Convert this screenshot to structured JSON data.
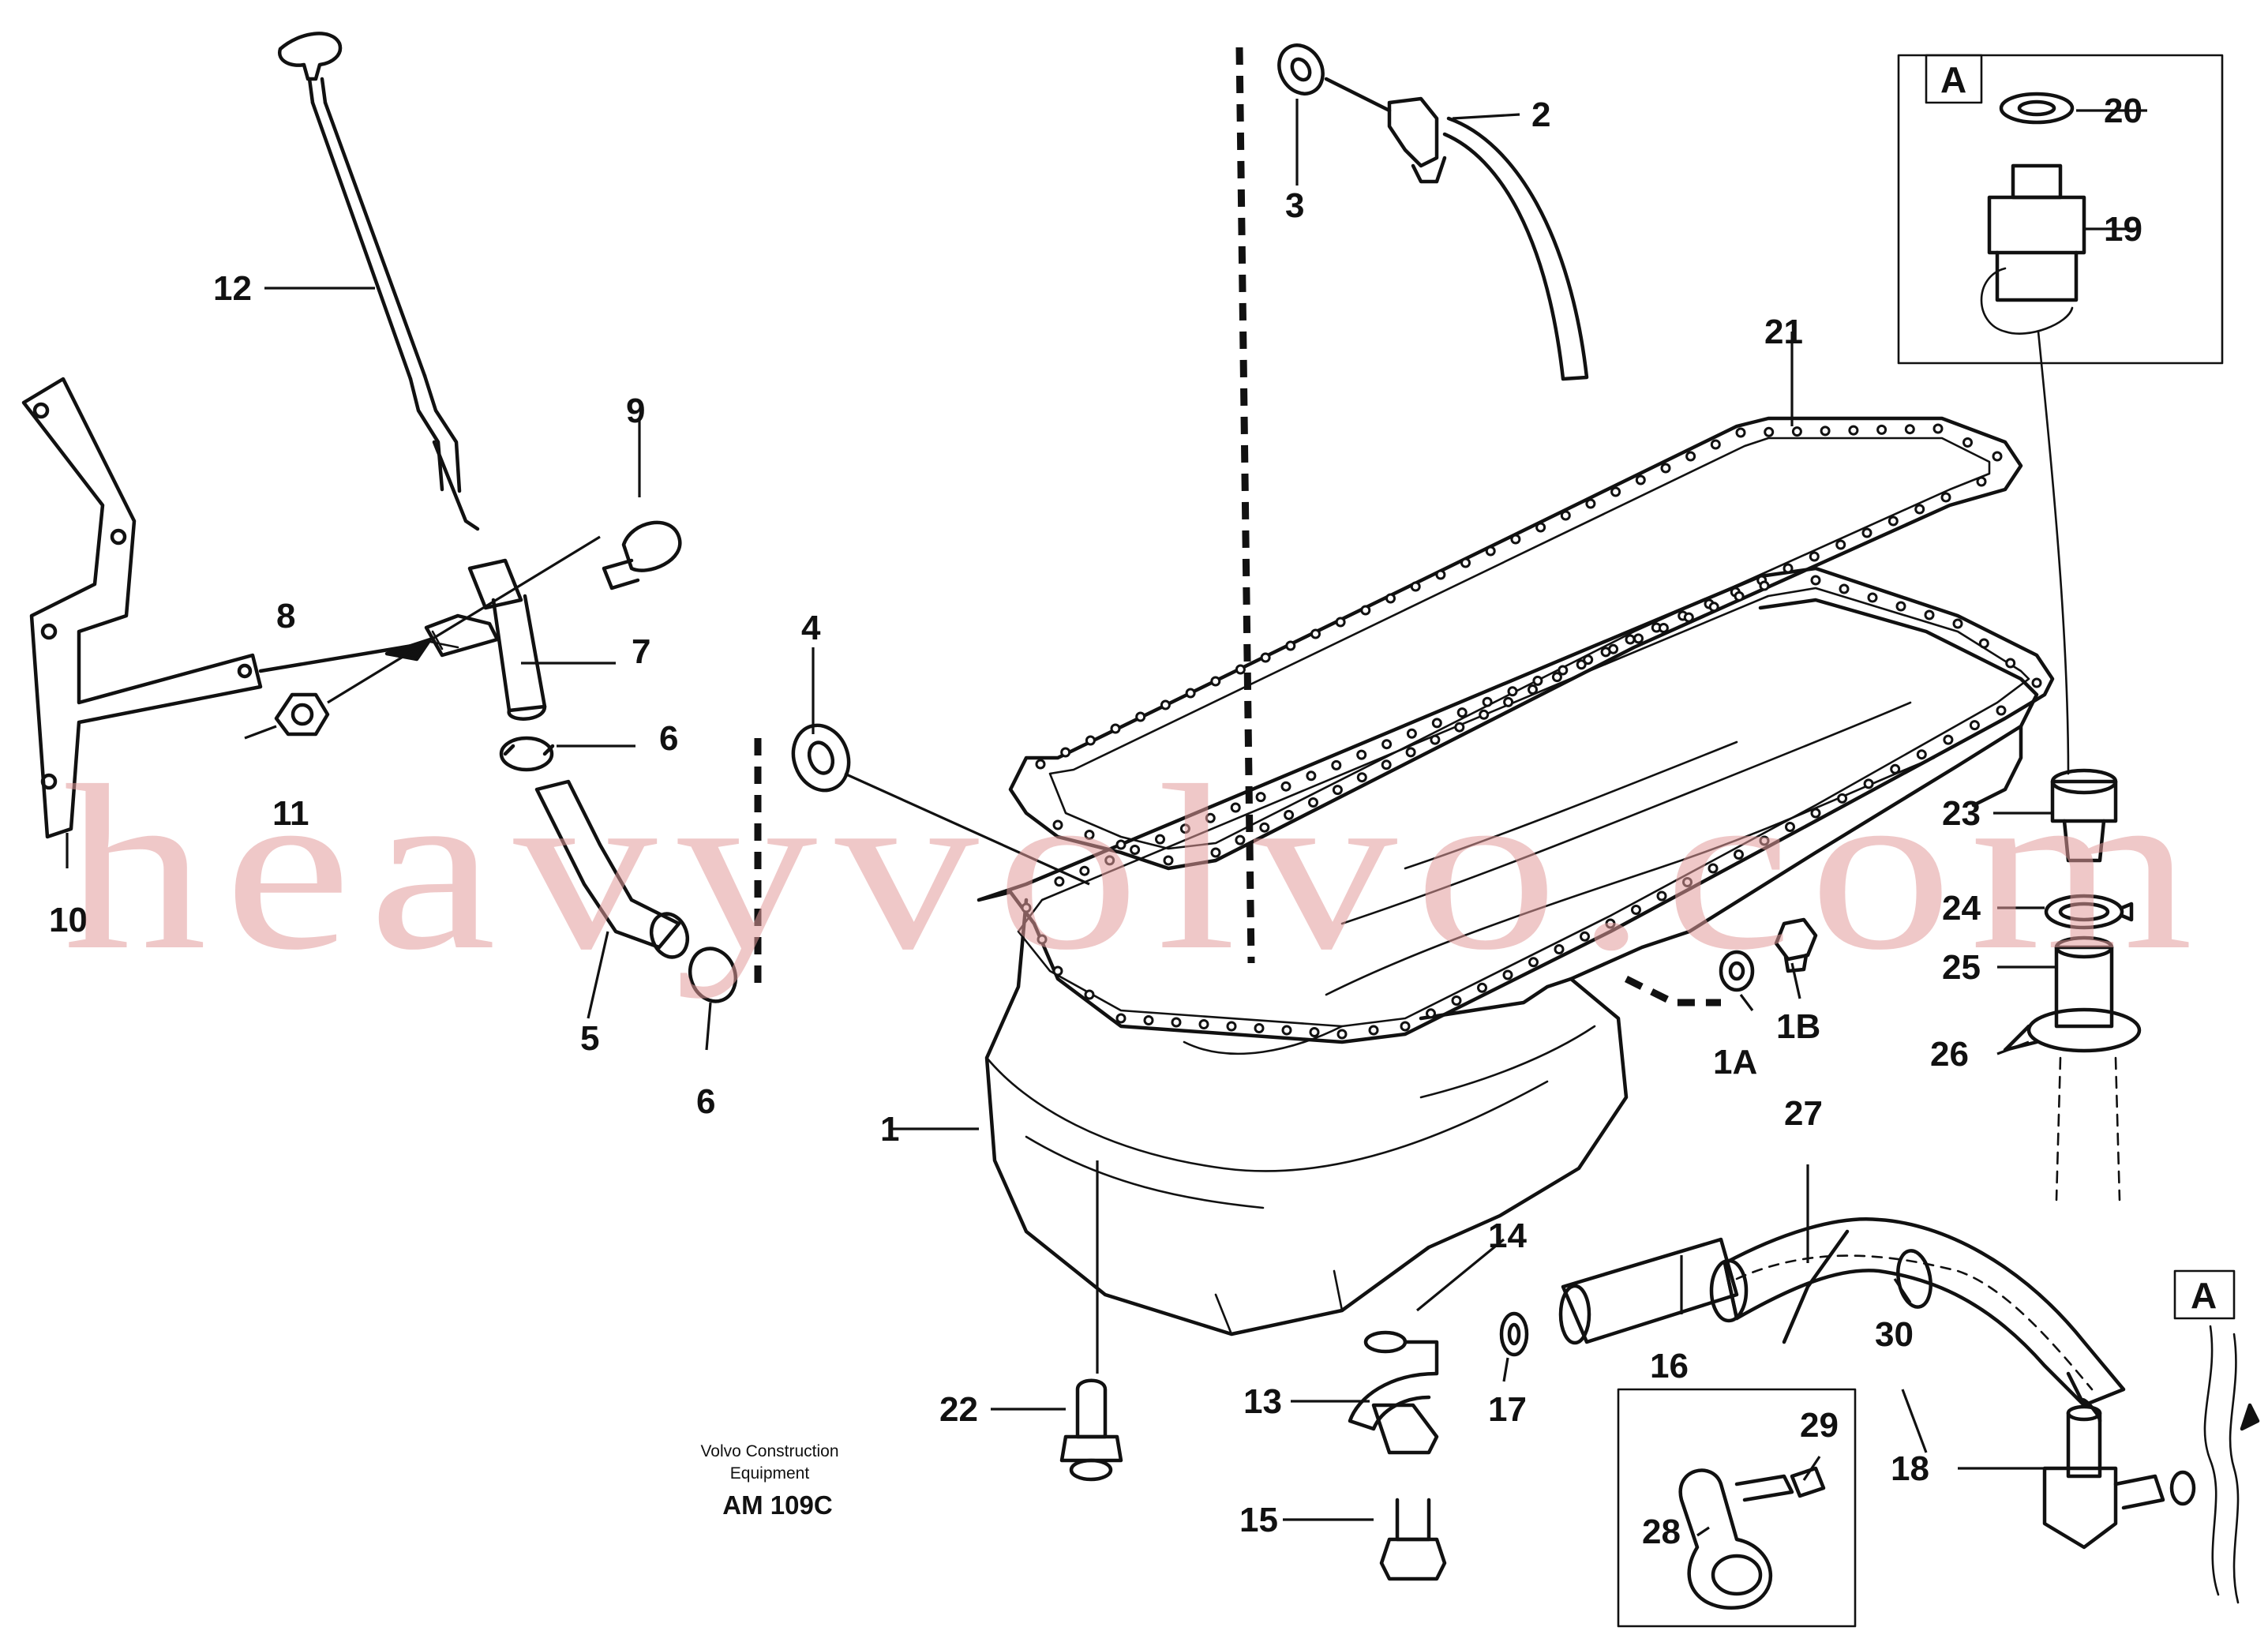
{
  "callouts": {
    "c1": "1",
    "c1A": "1A",
    "c1B": "1B",
    "c2": "2",
    "c3": "3",
    "c4": "4",
    "c5": "5",
    "c6a": "6",
    "c6b": "6",
    "c7": "7",
    "c8": "8",
    "c9": "9",
    "c10": "10",
    "c11": "11",
    "c12": "12",
    "c13": "13",
    "c14": "14",
    "c15": "15",
    "c16": "16",
    "c17": "17",
    "c18": "18",
    "c19": "19",
    "c20": "20",
    "c21": "21",
    "c22": "22",
    "c23": "23",
    "c24": "24",
    "c25": "25",
    "c26": "26",
    "c27": "27",
    "c28": "28",
    "c29": "29",
    "c30": "30"
  },
  "detail_letters": {
    "top": "A",
    "side": "A"
  },
  "caption": {
    "line1": "Volvo Construction",
    "line2": "Equipment",
    "code": "AM 109C"
  },
  "watermark": "heavyvolvo.com"
}
